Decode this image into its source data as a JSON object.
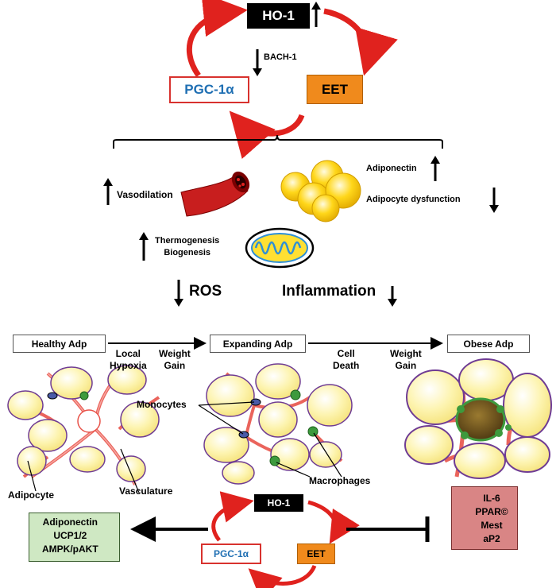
{
  "top_cycle": {
    "ho1": "HO-1",
    "bach1": "BACH-1",
    "pgc": "PGC-1α",
    "eet": "EET"
  },
  "effects": {
    "vasodilation": "Vasodilation",
    "adiponectin": "Adiponectin",
    "adipocyte_dysfunction": "Adipocyte dysfunction",
    "thermogenesis": "Thermogenesis",
    "biogenesis": "Biogenesis",
    "ros": "ROS",
    "inflammation": "Inflammation"
  },
  "stages": {
    "healthy": "Healthy Adp",
    "expanding": "Expanding Adp",
    "obese": "Obese Adp",
    "local": "Local",
    "hypoxia": "Hypoxia",
    "weight1": "Weight",
    "gain1": "Gain",
    "cell": "Cell",
    "death": "Death",
    "weight2": "Weight",
    "gain2": "Gain"
  },
  "labels": {
    "monocytes": "Monocytes",
    "macrophages": "Macrophages",
    "adipocyte": "Adipocyte",
    "vasculature": "Vasculature"
  },
  "bottom_cycle": {
    "ho1": "HO-1",
    "pgc": "PGC-1α",
    "eet": "EET"
  },
  "green_box": {
    "line1": "Adiponectin",
    "line2": "UCP1/2",
    "line3": "AMPK/pAKT"
  },
  "pink_box": {
    "line1": "IL-6",
    "line2": "PPAR©",
    "line3": "Mest",
    "line4": "aP2"
  },
  "colors": {
    "cycle_arrow": "#e0221e",
    "green_box": "#cfe8c3",
    "pink_box": "#d98585",
    "fat_cell": "#fdf4b0",
    "fat_rim": "#6f3c94",
    "vessel": "#e8534a",
    "macrophage": "#3d9a3d",
    "monocyte": "#4a5aa8"
  }
}
